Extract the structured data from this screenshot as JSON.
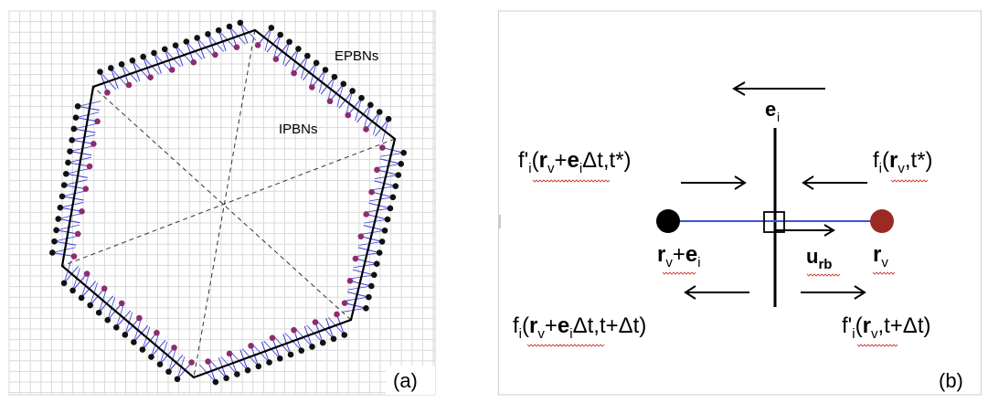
{
  "panel_a": {
    "label": "(a)",
    "epbn_label": "EPBNs",
    "ipbn_label": "IPBNs",
    "colors": {
      "grid": "#d9d9d9",
      "boundary": "#000000",
      "epbn_node": "#111111",
      "ipbn_node": "#8e2c6d",
      "ipbn_text": "#a0306f",
      "link": "#3a3ad6",
      "diagonal": "#333333"
    }
  },
  "panel_b": {
    "label": "(b)",
    "e_i": "e",
    "e_i_sub": "i",
    "r_v": "r",
    "r_v_sub": "v",
    "r_v_plus_e_i": {
      "r": "r",
      "r_sub": "v",
      "plus": "+",
      "e": "e",
      "e_sub": "i"
    },
    "u_rb": {
      "u": "u",
      "sub": "rb"
    },
    "f_prime_top_left": {
      "f": "f'",
      "f_sub": "i",
      "open": "(",
      "r": "r",
      "r_sub": "v",
      "plus": "+",
      "e": "e",
      "e_sub": "i",
      "rest": "Δt,t*)"
    },
    "f_top_right": {
      "f": "f",
      "f_sub": "i",
      "open": "(",
      "r": "r",
      "r_sub": "v",
      "rest": ",t*)"
    },
    "f_bottom_left": {
      "f": "f",
      "f_sub": "i",
      "open": "(",
      "r": "r",
      "r_sub": "v",
      "plus": "+",
      "e": "e",
      "e_sub": "i",
      "rest": "Δt,t+Δt)"
    },
    "f_prime_bottom_right": {
      "f": "f'",
      "f_sub": "i",
      "open": "(",
      "r": "r",
      "r_sub": "v",
      "rest": ",t+Δt)"
    },
    "colors": {
      "rv_node": "#9b2a24",
      "rv_plus_node": "#000000",
      "link": "#3a55d0",
      "squiggle": "#d23b3b"
    }
  }
}
